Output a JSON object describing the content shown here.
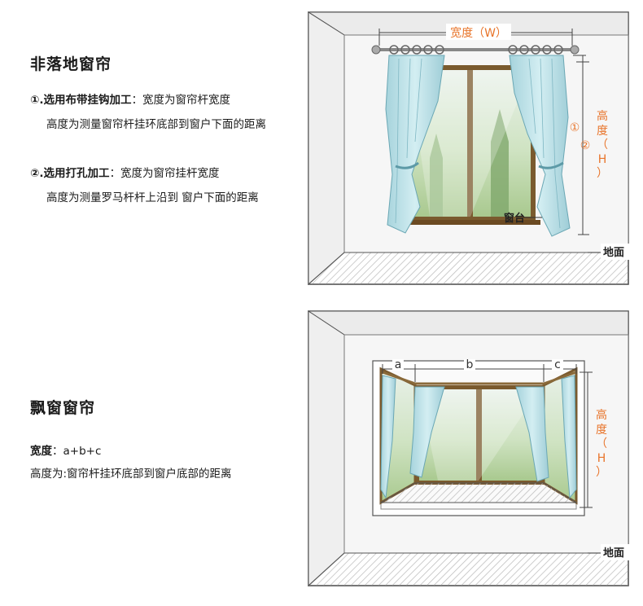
{
  "section1": {
    "title": "非落地窗帘",
    "opt1_bold": "①.选用布带挂钩加工",
    "opt1_rest": "：宽度为窗帘杆宽度",
    "opt1_line2": "高度为测量窗帘杆挂环底部到窗户下面的距离",
    "opt2_bold": "②.选用打孔加工",
    "opt2_rest": "：宽度为窗帘挂杆宽度",
    "opt2_line2": "高度为测量罗马杆杆上沿到 窗户下面的距离",
    "fig": {
      "width_label": "宽度（W）",
      "height_label": [
        "高",
        "度",
        "（",
        "H",
        "）"
      ],
      "marker1": "①",
      "marker2": "②",
      "sill_label": "窗台",
      "floor_label": "地面"
    }
  },
  "section2": {
    "title": "飘窗窗帘",
    "width_bold": "宽度",
    "width_rest": "：a+b+c",
    "height_line": "高度为:窗帘杆挂环底部到窗户底部的距离",
    "fig": {
      "label_a": "a",
      "label_b": "b",
      "label_c": "c",
      "height_label": [
        "高",
        "度",
        "（",
        "H",
        "）"
      ],
      "floor_label": "地面"
    }
  },
  "colors": {
    "accent": "#e8742a",
    "curtain": "#b9dfe6",
    "frame": "#7a5a2e",
    "wall": "#f4f4f4"
  }
}
